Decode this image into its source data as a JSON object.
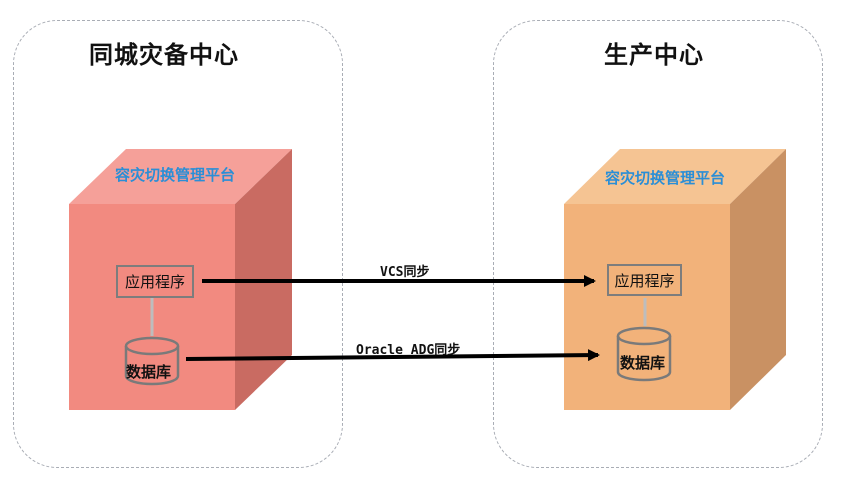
{
  "colors": {
    "left_cube_front": "#f28a80",
    "left_cube_top": "#f5a099",
    "left_cube_side": "#c96b62",
    "right_cube_front": "#f2b27a",
    "right_cube_top": "#f5c493",
    "right_cube_side": "#c99163",
    "accent_label": "#2a8ed6",
    "zone_border": "#a9adb5"
  },
  "left_zone": {
    "title": "同城灾备中心",
    "platform_label": "容灾切换管理平台",
    "app_label": "应用程序",
    "db_label": "数据库",
    "db_icon": "database-icon"
  },
  "right_zone": {
    "title": "生产中心",
    "platform_label": "容灾切换管理平台",
    "app_label": "应用程序",
    "db_label": "数据库",
    "db_icon": "database-icon"
  },
  "links": {
    "app_sync_label": "VCS同步",
    "db_sync_label": "Oracle ADG同步"
  }
}
